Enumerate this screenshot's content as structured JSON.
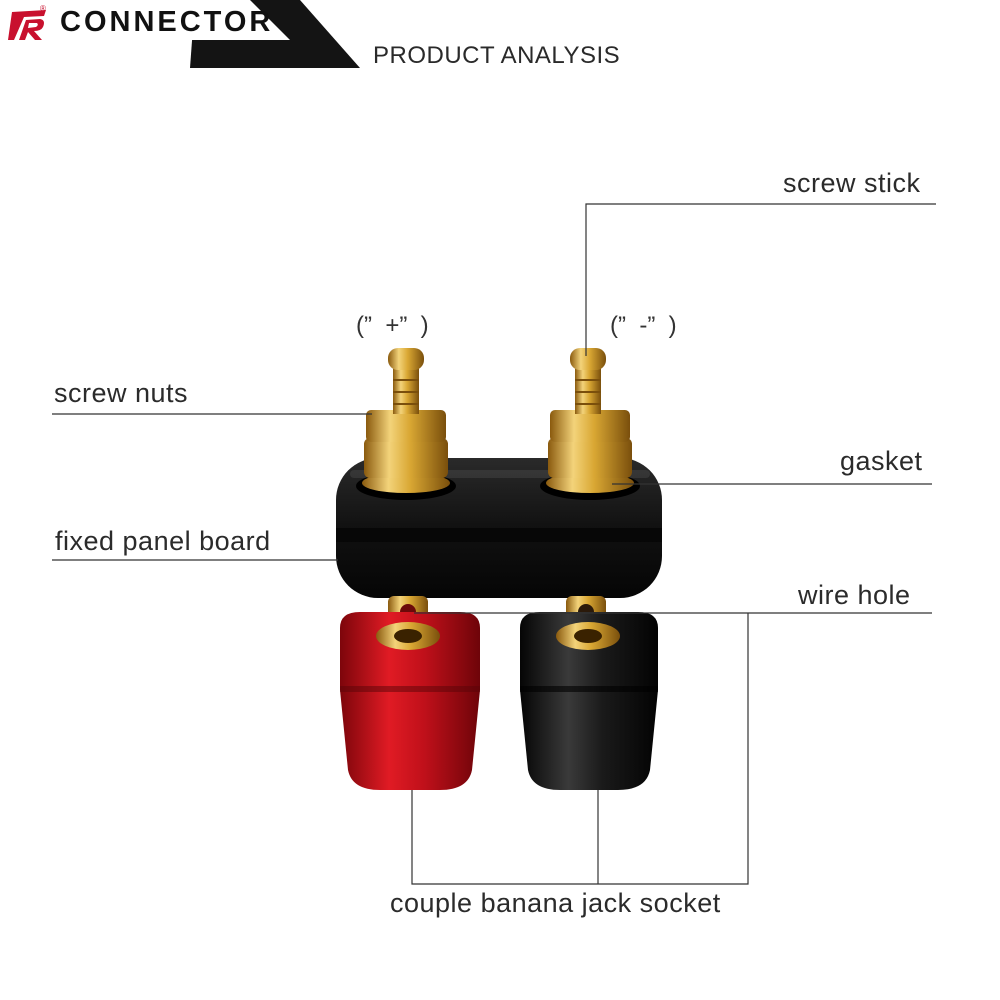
{
  "header": {
    "brand": "CONNECTOR",
    "logo_letter": "R",
    "registered_mark": "®",
    "subtitle": "PRODUCT ANALYSIS"
  },
  "polarity": {
    "positive": "(”  +”  )",
    "negative": "(”  -”  )"
  },
  "labels": {
    "screw_stick": "screw stick",
    "screw_nuts": "screw nuts",
    "gasket": "gasket",
    "fixed_panel_board": "fixed panel board",
    "wire_hole": "wire hole",
    "couple_banana_jack_socket": "couple banana jack socket"
  },
  "colors": {
    "gold": "#d4a22a",
    "red_socket": "#c2111b",
    "black_body": "#151515",
    "brand_red": "#c8102e",
    "leader_line": "#333333"
  }
}
